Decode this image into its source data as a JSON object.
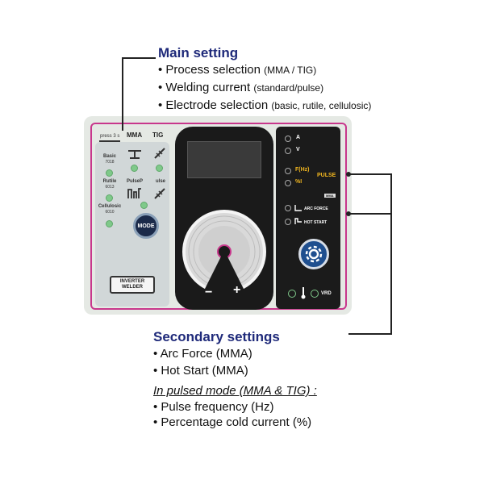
{
  "main_setting": {
    "title": "Main setting",
    "items": [
      {
        "text": "Process selection",
        "note": "(MMA / TIG)"
      },
      {
        "text": "Welding current",
        "note": "(standard/pulse)"
      },
      {
        "text": "Electrode selection",
        "note": "(basic, rutile, cellulosic)"
      }
    ]
  },
  "secondary_settings": {
    "title": "Secondary settings",
    "items": [
      "Arc Force (MMA)",
      "Hot Start (MMA)"
    ],
    "pulsed_heading": "In pulsed mode (MMA & TIG) :",
    "pulsed_items": [
      "Pulse frequency (Hz)",
      "Percentage cold current (%)"
    ]
  },
  "panel": {
    "press_label": "press 3 s",
    "col_mma": "MMA",
    "col_tig": "TIG",
    "electrodes": [
      {
        "name": "Basic",
        "code": "7018"
      },
      {
        "name": "Rutile",
        "code": "6013"
      },
      {
        "name": "Cellulosic",
        "code": "6010"
      }
    ],
    "pulse_label": "PulseP",
    "pulse_label_tig": "ulse",
    "mode_button": "MODE",
    "logo_line1": "INVERTER",
    "logo_line2": "WELDER",
    "knob_minus": "−",
    "knob_plus": "+",
    "right": {
      "a_label": "A",
      "v_label": "V",
      "freq_label": "F(Hz)",
      "percent_label": "%I",
      "pulse_tag": "PULSE",
      "mma_tag": "MMA",
      "arc_force": "ARC FORCE",
      "hot_start": "HOT START",
      "vrd": "VRD"
    }
  },
  "colors": {
    "title_blue": "#1f2a7a",
    "panel_magenta": "#c8378c",
    "led_green": "#7fc98a",
    "pulse_yellow": "#f2b71f",
    "gear_blue": "#1f4f8f"
  }
}
